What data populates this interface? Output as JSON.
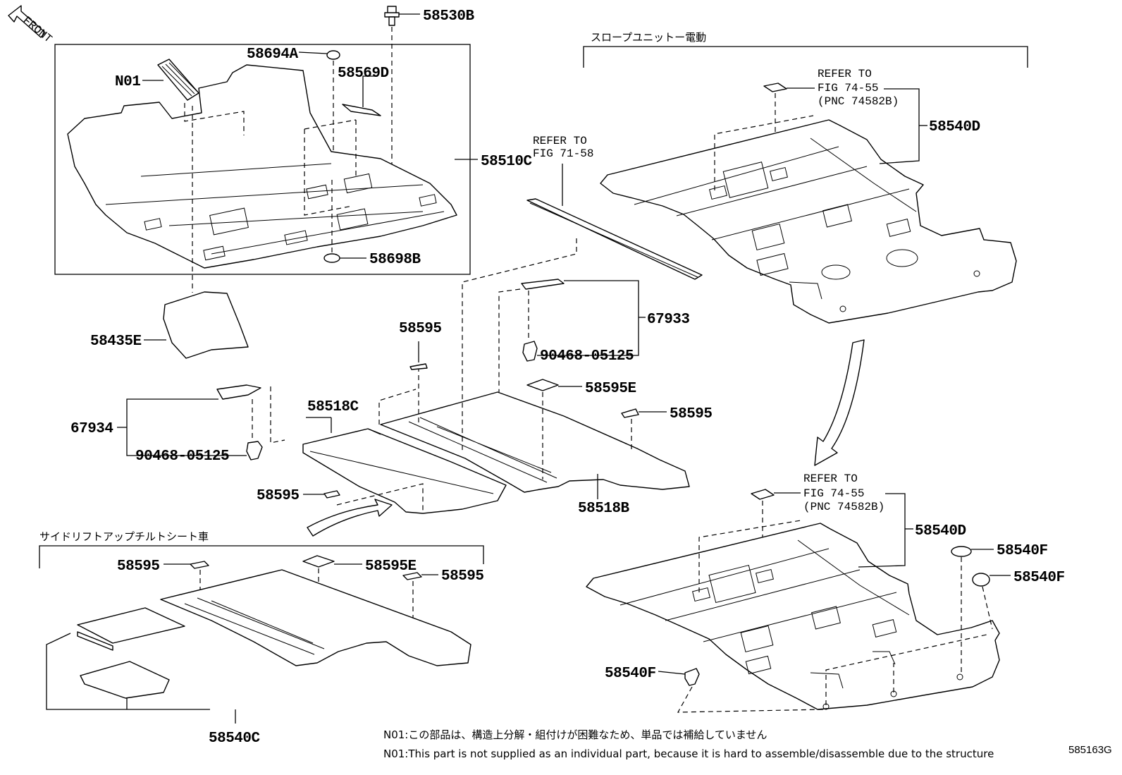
{
  "front_label": "FRONT",
  "sections": {
    "slope_unit": "スロープユニットー電動",
    "side_lift": "サイドリフトアップチルトシート車"
  },
  "parts": {
    "p58530B": "58530B",
    "p58694A": "58694A",
    "pN01": "N01",
    "p58569D": "58569D",
    "p58510C": "58510C",
    "p58698B": "58698B",
    "p58435E": "58435E",
    "p67934": "67934",
    "p90468a": "90468-05125",
    "p58595a": "58595",
    "p58518C": "58518C",
    "p58595b": "58595",
    "p67933": "67933",
    "p90468b": "90468-05125",
    "p58595E_a": "58595E",
    "p58595c": "58595",
    "p58518B": "58518B",
    "p58595d": "58595",
    "p58595E_b": "58595E",
    "p58595e": "58595",
    "p58540C": "58540C",
    "p58540D_a": "58540D",
    "p58540D_b": "58540D",
    "p58540F_a": "58540F",
    "p58540F_b": "58540F",
    "p58540F_c": "58540F"
  },
  "refs": {
    "r1_line1": "REFER TO",
    "r1_line2": "FIG 71-58",
    "r2_line1": "REFER TO",
    "r2_line2": "FIG 74-55",
    "r2_line3": "(PNC 74582B)",
    "r3_line1": "REFER TO",
    "r3_line2": "FIG 74-55",
    "r3_line3": "(PNC 74582B)"
  },
  "notes": {
    "jp": "N01:この部品は、構造上分解・組付けが困難なため、単品では補給していません",
    "en": "N01:This part is not supplied as an individual part, because it is hard to assemble/disassemble due to the structure"
  },
  "figure_code": "585163G"
}
